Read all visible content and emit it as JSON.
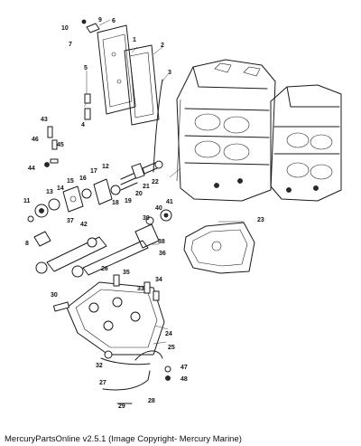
{
  "footer": {
    "caption": "MercuryPartsOnline v2.5.1 (Image Copyright- Mercury Marine)"
  },
  "callouts": [
    "1",
    "2",
    "3",
    "4",
    "5",
    "6",
    "7",
    "8",
    "9",
    "10",
    "11",
    "12",
    "13",
    "14",
    "15",
    "16",
    "17",
    "18",
    "19",
    "20",
    "21",
    "22",
    "23",
    "24",
    "25",
    "26",
    "27",
    "28",
    "29",
    "30",
    "32",
    "33",
    "34",
    "35",
    "36",
    "37",
    "38",
    "39",
    "40",
    "41",
    "42",
    "43",
    "44",
    "45",
    "46",
    "47",
    "48"
  ]
}
